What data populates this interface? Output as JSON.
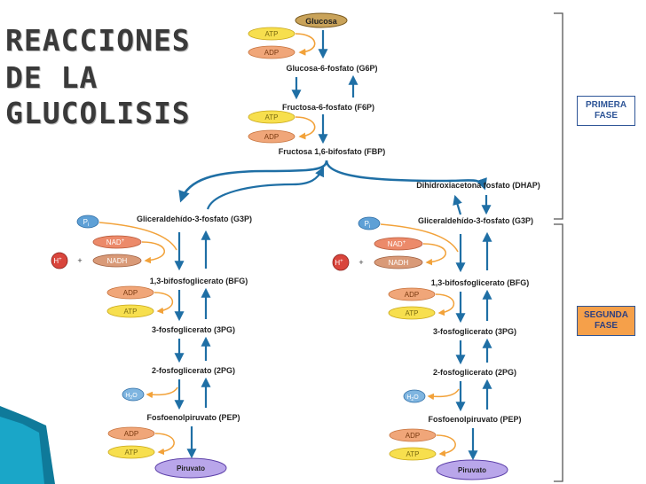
{
  "title": [
    "REACCIONES",
    "DE LA",
    "GLUCOLISIS"
  ],
  "phases": {
    "first": [
      "PRIMERA",
      "FASE"
    ],
    "second": [
      "SEGUNDA",
      "FASE"
    ]
  },
  "top": {
    "start": "Glucosa",
    "g6p": "Glucosa-6-fosfato (G6P)",
    "f6p": "Fructosa-6-fosfato (F6P)",
    "fbp": "Fructosa 1,6-bifosfato (FBP)",
    "dhap": "Dihidroxiacetona fosfato (DHAP)",
    "atp": "ATP",
    "adp": "ADP"
  },
  "branch": {
    "g3p": "Gliceraldehído-3-fosfato (G3P)",
    "bfg": "1,3-bifosfoglicerato (BFG)",
    "pg3": "3-fosfoglicerato (3PG)",
    "pg2": "2-fosfoglicerato (2PG)",
    "pep": "Fosfoenolpiruvato (PEP)",
    "pyruvate": "Piruvato",
    "pi": "P",
    "pi_sub": "i",
    "nad": "NAD",
    "nad_sup": "+",
    "nadh": "NADH",
    "h": "H",
    "h_sup": "+",
    "plus": "+",
    "adp": "ADP",
    "atp": "ATP",
    "water": "H",
    "water_sub": "2",
    "water_o": "O"
  },
  "colors": {
    "arrow": "#1f6fa5",
    "orange_curve": "#f2a23a",
    "atp_fill": "#f7df4e",
    "adp_fill": "#f0a679",
    "nad_fill": "#ec8a6a",
    "nadh_fill": "#d99a78",
    "h_fill": "#d9453c",
    "pi_fill": "#5ea0d6",
    "water_fill": "#7fb5e0",
    "glucose_fill": "#c9a35a",
    "pyruvate_fill": "#b9a6ea",
    "phase_first_fill": "#ffffff",
    "phase_first_text": "#2e5597",
    "phase_second_fill": "#f5a04a",
    "phase_second_text": "#2e3f7f",
    "bracket": "#555555",
    "accent": "#1597b5"
  }
}
